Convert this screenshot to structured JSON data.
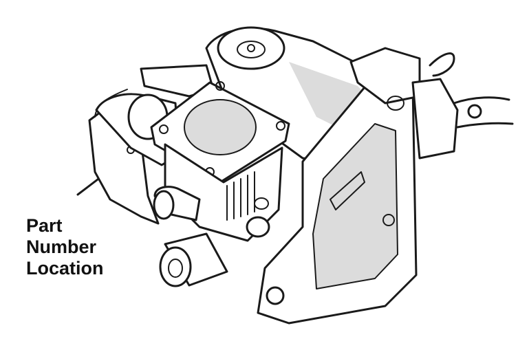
{
  "callout": {
    "lines": [
      "Part",
      "Number",
      "Location"
    ]
  },
  "colors": {
    "ink": "#1a1a1a",
    "background": "#ffffff"
  },
  "icons": {
    "component": "power-steering-pump-illustration"
  }
}
